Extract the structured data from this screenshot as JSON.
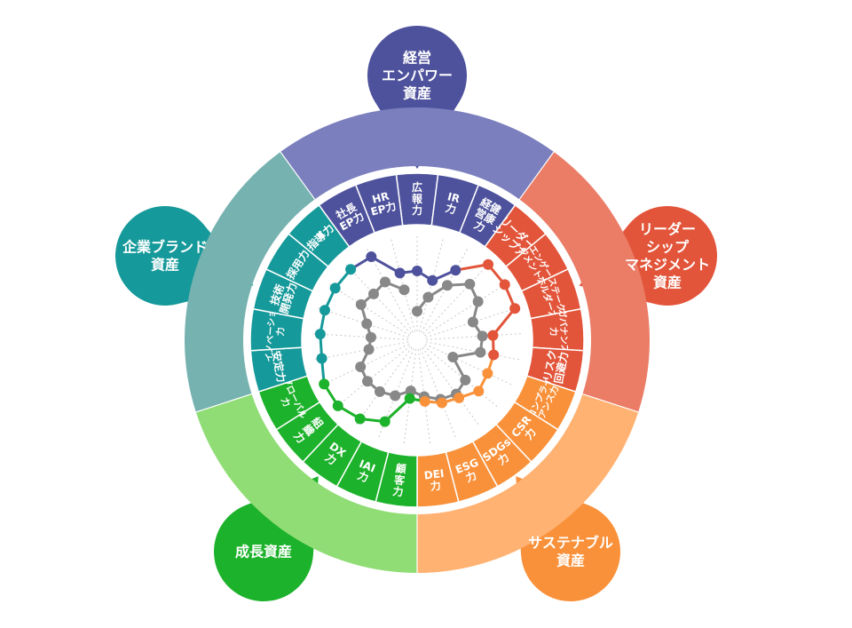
{
  "groups": [
    {
      "key": "mgmt",
      "label": [
        "経営",
        "エンパワー",
        "資産"
      ],
      "outer_color": "#7b7fbd",
      "seg_color": "#4e529c",
      "bubble_color": "#4e529c",
      "point_color": "#4e529c"
    },
    {
      "key": "leader",
      "label": [
        "リーダー",
        "シップ",
        "マネジメント",
        "資産"
      ],
      "outer_color": "#eb7c66",
      "seg_color": "#e2553a",
      "bubble_color": "#e2553a",
      "point_color": "#e2553a"
    },
    {
      "key": "sustain",
      "label": [
        "サステナブル",
        "資産"
      ],
      "outer_color": "#ffb272",
      "seg_color": "#f9913a",
      "bubble_color": "#f9913a",
      "point_color": "#f9913a"
    },
    {
      "key": "growth",
      "label": [
        "成長資産"
      ],
      "outer_color": "#8fdd74",
      "seg_color": "#1db22b",
      "bubble_color": "#1db22b",
      "point_color": "#1db22b"
    },
    {
      "key": "brand",
      "label": [
        "企業ブランド",
        "資産"
      ],
      "outer_color": "#76b2b0",
      "seg_color": "#16999a",
      "bubble_color": "#16999a",
      "point_color": "#16999a"
    }
  ],
  "segments": [
    {
      "label": [
        "広",
        "報",
        "力"
      ],
      "group": "mgmt"
    },
    {
      "label": [
        "IR",
        "力"
      ],
      "group": "mgmt"
    },
    {
      "label": [
        "経健",
        "営康",
        "力"
      ],
      "group": "mgmt"
    },
    {
      "label": [
        "リーダー",
        "シップ力"
      ],
      "group": "leader"
    },
    {
      "label": [
        "エンゲー",
        "ジメント力"
      ],
      "group": "leader"
    },
    {
      "label": [
        "ステーク",
        "ホルダー力"
      ],
      "group": "leader"
    },
    {
      "label": [
        "ガバナンス",
        "力"
      ],
      "group": "leader"
    },
    {
      "label": [
        "リスク",
        "回避力"
      ],
      "group": "leader"
    },
    {
      "label": [
        "コンプライ",
        "アンス力"
      ],
      "group": "sustain"
    },
    {
      "label": [
        "CSR",
        "力"
      ],
      "group": "sustain"
    },
    {
      "label": [
        "SDGs",
        "力"
      ],
      "group": "sustain"
    },
    {
      "label": [
        "ESG",
        "力"
      ],
      "group": "sustain"
    },
    {
      "label": [
        "DEI",
        "力"
      ],
      "group": "sustain"
    },
    {
      "label": [
        "顧",
        "客",
        "力"
      ],
      "group": "growth"
    },
    {
      "label": [
        "IAI",
        "力"
      ],
      "group": "growth"
    },
    {
      "label": [
        "DX",
        "力"
      ],
      "group": "growth"
    },
    {
      "label": [
        "組",
        "織",
        "力"
      ],
      "group": "growth"
    },
    {
      "label": [
        "グローバル",
        "力"
      ],
      "group": "growth"
    },
    {
      "label": [
        "安定力"
      ],
      "group": "brand"
    },
    {
      "label": [
        "イノベーション",
        "力"
      ],
      "group": "brand"
    },
    {
      "label": [
        "技術",
        "開発力"
      ],
      "group": "brand"
    },
    {
      "label": [
        "採用力"
      ],
      "group": "brand"
    },
    {
      "label": [
        "指導力"
      ],
      "group": "brand"
    },
    {
      "label": [
        "社長",
        "EP力"
      ],
      "group": "mgmt"
    },
    {
      "label": [
        "HR",
        "EP力"
      ],
      "group": "mgmt"
    }
  ],
  "series_colored": [
    0.63,
    0.55,
    0.74,
    0.99,
    0.99,
    0.98,
    0.7,
    0.72,
    0.72,
    0.74,
    0.65,
    0.61,
    0.55,
    0.52,
    0.82,
    0.92,
    0.98,
    0.98,
    0.92,
    0.92,
    0.92,
    0.92,
    0.92,
    0.9,
    0.63
  ],
  "series_gray": [
    0.21,
    0.37,
    0.56,
    0.71,
    0.66,
    0.52,
    0.59,
    0.58,
    0.32,
    0.56,
    0.6,
    0.57,
    0.5,
    0.44,
    0.53,
    0.57,
    0.58,
    0.56,
    0.42,
    0.39,
    0.46,
    0.6,
    0.57,
    0.6,
    0.45
  ],
  "series_gray_color": "#888888"
}
